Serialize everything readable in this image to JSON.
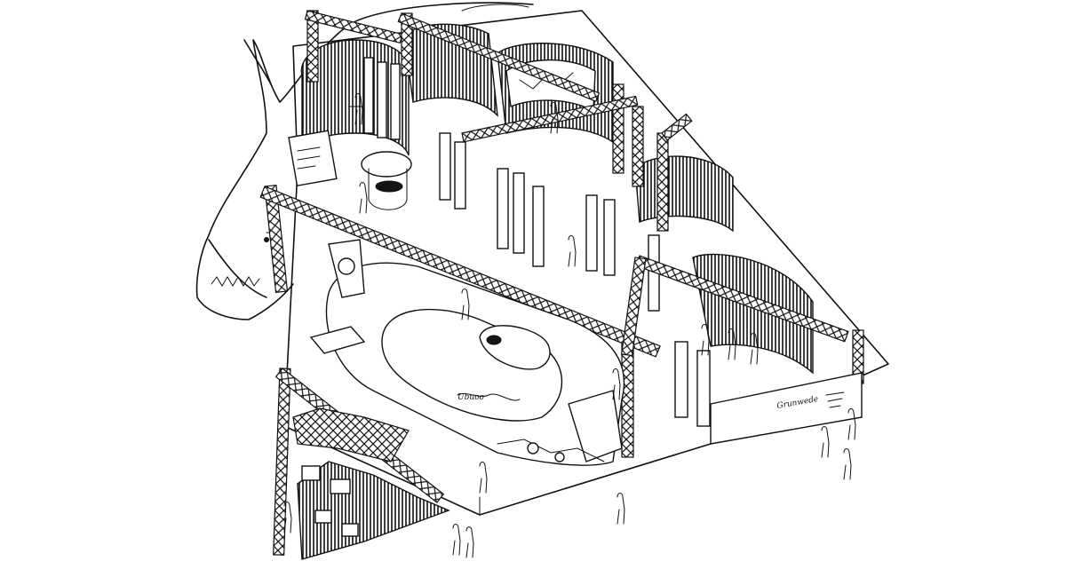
{
  "image": {
    "kind": "pen-and-ink isometric sketch",
    "palette": {
      "ink": "#111111",
      "paper": "#ffffff"
    }
  },
  "labels": {
    "sub_side_text": "Ubuoo",
    "back_wall_text": "Grunwede"
  }
}
